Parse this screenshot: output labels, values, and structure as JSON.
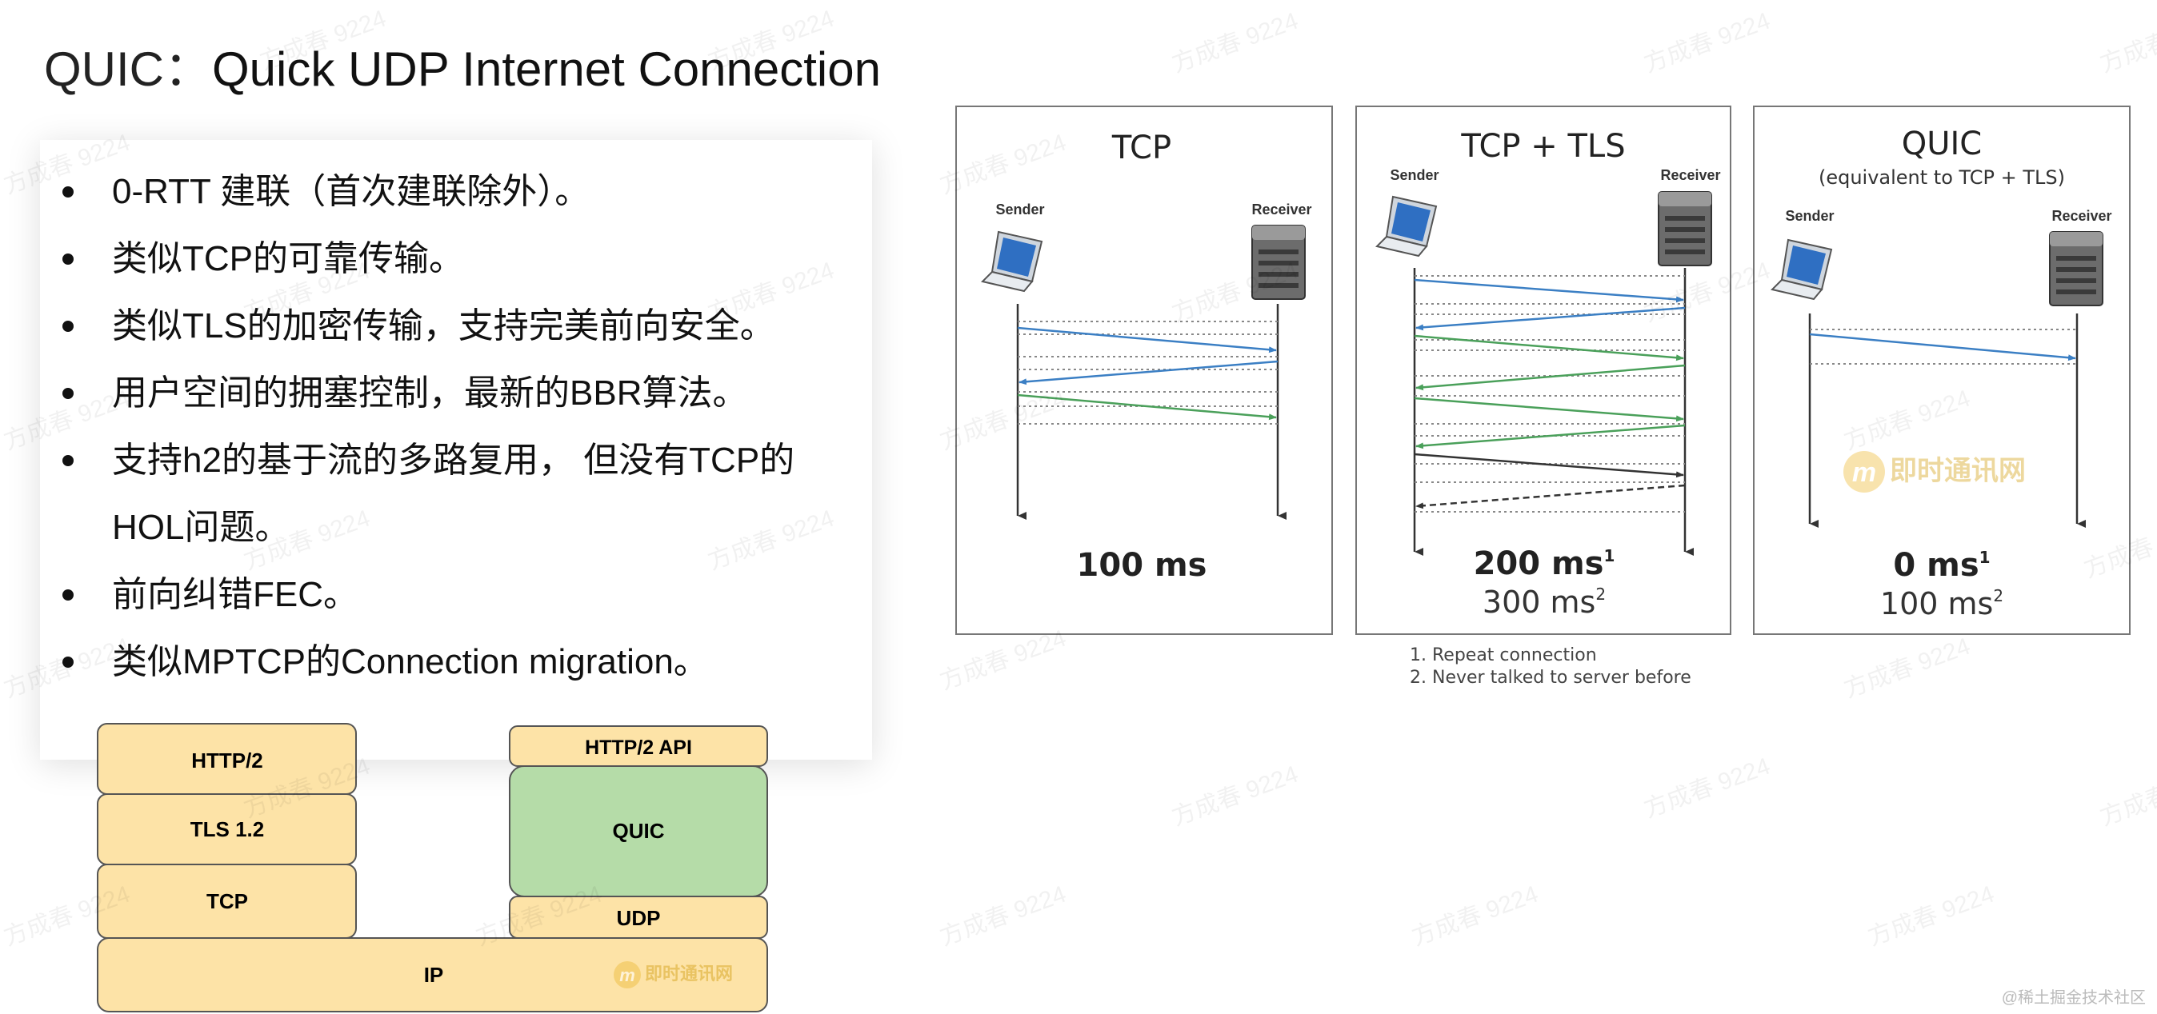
{
  "title": {
    "prefix": "QUIC：",
    "main": "Quick UDP Internet Connection"
  },
  "bullets": [
    "0-RTT 建联（首次建联除外）。",
    "类似TCP的可靠传输。",
    "类似TLS的加密传输，支持完美前向安全。",
    "用户空间的拥塞控制，最新的BBR算法。",
    "支持h2的基于流的多路复用， 但没有TCP的",
    "HOL问题。",
    "前向纠错FEC。",
    "类似MPTCP的Connection migration。"
  ],
  "stack": {
    "left": [
      "HTTP/2",
      "TLS 1.2",
      "TCP"
    ],
    "right": [
      "HTTP/2 API",
      "QUIC",
      "UDP"
    ],
    "base": "IP",
    "logo": "即时通讯网"
  },
  "diagrams": {
    "sender_label": "Sender",
    "receiver_label": "Receiver",
    "tcp": {
      "title": "TCP",
      "latency": "100 ms"
    },
    "tcp_tls": {
      "title": "TCP + TLS",
      "latency1": "200 ms",
      "latency1_sup": "1",
      "latency2": "300 ms",
      "latency2_sup": "2"
    },
    "quic": {
      "title": "QUIC",
      "subtitle": "(equivalent to TCP + TLS)",
      "latency1": "0 ms",
      "latency1_sup": "1",
      "latency2": "100 ms",
      "latency2_sup": "2",
      "logo": "即时通讯网"
    },
    "footnotes": [
      "1. Repeat connection",
      "2. Never talked to server before"
    ]
  },
  "watermark": "方成春 9224",
  "corner_credit": "@稀土掘金技术社区",
  "colors": {
    "stack_fill": "#fde3a7",
    "quic_fill": "#b5dca8",
    "arrow_blue": "#3b7fc4",
    "arrow_green": "#4aa05a",
    "arrow_dark": "#333333",
    "frame": "#777777"
  }
}
